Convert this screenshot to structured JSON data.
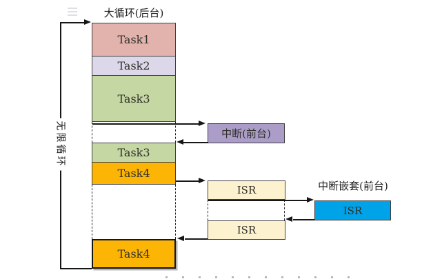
{
  "title": "大循环(后台)",
  "loop_label": "无限循环",
  "stack": {
    "task1": "Task1",
    "task2": "Task2",
    "task3a": "Task3",
    "task3b": "Task3",
    "task4a": "Task4",
    "task4b": "Task4"
  },
  "interrupt": {
    "label": "中断(前台)"
  },
  "isr": {
    "isr1": "ISR",
    "isr2": "ISR"
  },
  "nested": {
    "title": "中断嵌套(前台)",
    "label": "ISR"
  },
  "colors": {
    "task1": "#e2b2ac",
    "task2": "#ddd8e9",
    "task3": "#c5d7a2",
    "task4": "#fcb405",
    "interrupt": "#ab9dc7",
    "isr": "#fdf2cf",
    "nested_isr": "#00a2e8",
    "line": "#161616"
  }
}
